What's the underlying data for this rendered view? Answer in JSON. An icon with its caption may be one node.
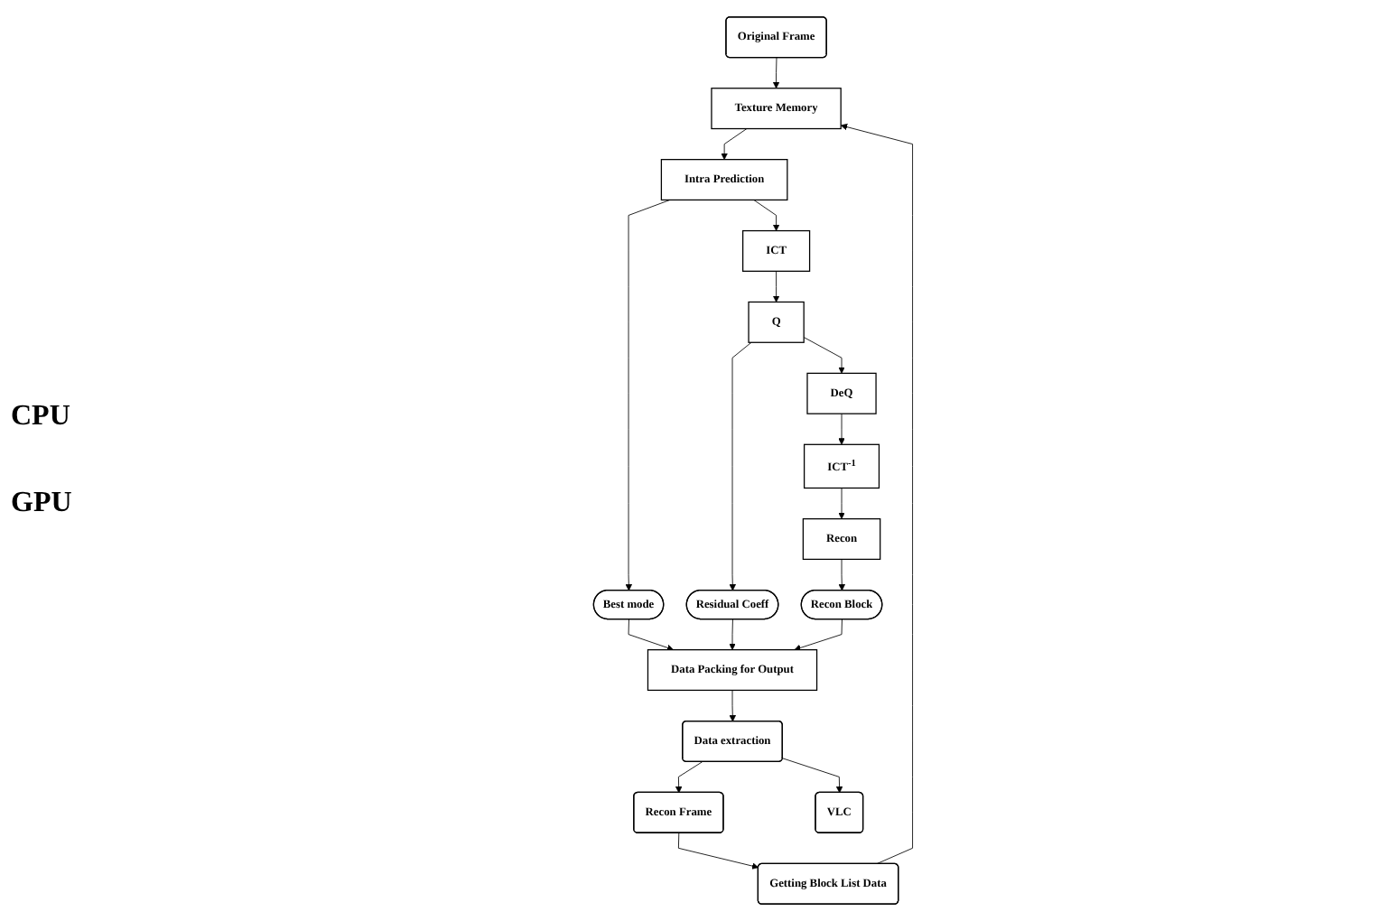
{
  "diagram": {
    "nodes": [
      {
        "text": [
          "Original Frame"
        ]
      },
      {
        "text": [
          "Recon Frame"
        ]
      },
      {
        "text": [
          "Data extraction"
        ]
      },
      {
        "text": [
          "VLC"
        ]
      },
      {
        "text": [
          "Getting Block List Data"
        ]
      },
      {
        "text": [
          "Data Packing for Output"
        ]
      },
      {
        "text": [
          "Best mode"
        ]
      },
      {
        "text": [
          "Residual Coeff"
        ]
      },
      {
        "text": [
          "Recon Block"
        ]
      },
      {
        "text": [
          "Texture Memory"
        ]
      },
      {
        "text": [
          "Intra Prediction"
        ]
      },
      {
        "text": [
          "ICT"
        ]
      },
      {
        "text": [
          "Q"
        ]
      },
      {
        "text": [
          "DeQ"
        ]
      },
      {
        "text": [
          "ICT$^{-1}$"
        ]
      },
      {
        "text": [
          "Recon"
        ]
      }
    ],
    "edges": [
      {
        "from": 2,
        "to": 1,
        "arrow": "to"
      },
      {
        "from": 2,
        "to": 3,
        "arrow": "to"
      },
      {
        "from": 1,
        "to": 4,
        "arrow": "to"
      },
      {
        "from": 0,
        "to": 9,
        "arrow": "to"
      },
      {
        "from": 4,
        "to": 9,
        "arrow": "to"
      },
      {
        "from": 5,
        "to": 2,
        "arrow": "to"
      },
      {
        "from": 6,
        "to": 5,
        "arrow": "to"
      },
      {
        "from": 7,
        "to": 5,
        "arrow": "to"
      },
      {
        "from": 8,
        "to": 5,
        "arrow": "to"
      },
      {
        "from": 10,
        "to": 6,
        "arrow": "to"
      },
      {
        "from": 12,
        "to": 7,
        "arrow": "to"
      },
      {
        "from": 15,
        "to": 8,
        "arrow": "to"
      },
      {
        "from": 9,
        "to": 10,
        "arrow": "to"
      },
      {
        "from": 10,
        "to": 11,
        "arrow": "to"
      },
      {
        "from": 11,
        "to": 12,
        "arrow": "to"
      },
      {
        "from": 12,
        "to": 13,
        "arrow": "to"
      },
      {
        "from": 13,
        "to": 14,
        "arrow": "to"
      },
      {
        "from": 14,
        "to": 15,
        "arrow": "to"
      }
    ],
    "labels": [
      "CPU",
      "GPU"
    ]
  }
}
